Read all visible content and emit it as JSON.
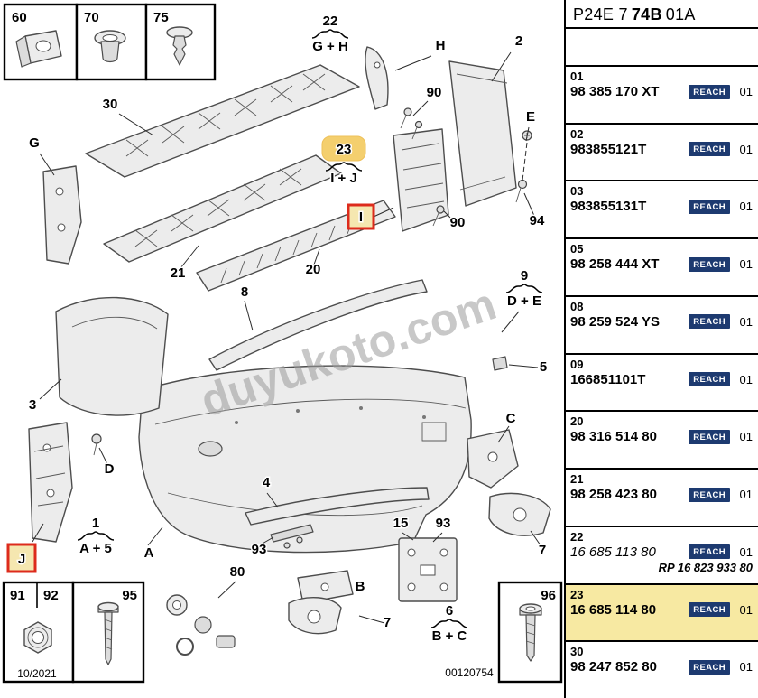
{
  "header": {
    "prefix": "P24E 7",
    "bold": "74B",
    "suffix": "01A"
  },
  "parts_list": {
    "reach_label": "REACH",
    "rows": [
      {
        "ref": "01",
        "part": "98 385 170 XT",
        "qty": "01"
      },
      {
        "ref": "02",
        "part": "983855121T",
        "qty": "01"
      },
      {
        "ref": "03",
        "part": "983855131T",
        "qty": "01"
      },
      {
        "ref": "05",
        "part": "98 258 444 XT",
        "qty": "01"
      },
      {
        "ref": "08",
        "part": "98 259 524 YS",
        "qty": "01"
      },
      {
        "ref": "09",
        "part": "166851101T",
        "qty": "01"
      },
      {
        "ref": "20",
        "part": "98 316 514 80",
        "qty": "01"
      },
      {
        "ref": "21",
        "part": "98 258 423 80",
        "qty": "01"
      },
      {
        "ref": "22",
        "part": "16 685 113 80",
        "qty": "01",
        "rp": "RP 16 823 933 80"
      },
      {
        "ref": "23",
        "part": "16 685 114 80",
        "qty": "01"
      },
      {
        "ref": "30",
        "part": "98 247 852 80",
        "qty": "01"
      }
    ]
  },
  "diagram": {
    "watermark": "duyukoto.com",
    "callouts": {
      "c60": "60",
      "c70": "70",
      "c75": "75",
      "c22": "22",
      "g22": "G + H",
      "cH": "H",
      "c2": "2",
      "c30": "30",
      "c90a": "90",
      "cE": "E",
      "cG": "G",
      "c23": "23",
      "g23": "I + J",
      "cI": "I",
      "c90b": "90",
      "c94": "94",
      "c21": "21",
      "c20": "20",
      "c8": "8",
      "c9": "9",
      "g9": "D + E",
      "c5": "5",
      "c3": "3",
      "cD": "D",
      "c1": "1",
      "g1": "A + 5",
      "cJ": "J",
      "cA": "A",
      "c4": "4",
      "c93a": "93",
      "c15": "15",
      "c93b": "93",
      "cC": "C",
      "c7a": "7",
      "c80": "80",
      "cB": "B",
      "c7b": "7",
      "c6": "6",
      "g6": "B + C",
      "c91": "91",
      "c92": "92",
      "c95": "95",
      "c96": "96",
      "date_note": "10/2021",
      "doc_note": "00120754"
    }
  },
  "colors": {
    "reach_badge": "#1d3a70",
    "row_highlight": "#f7e9a2",
    "callout_highlight": "#f4cf6e",
    "selection_red": "#dd2b1c"
  }
}
